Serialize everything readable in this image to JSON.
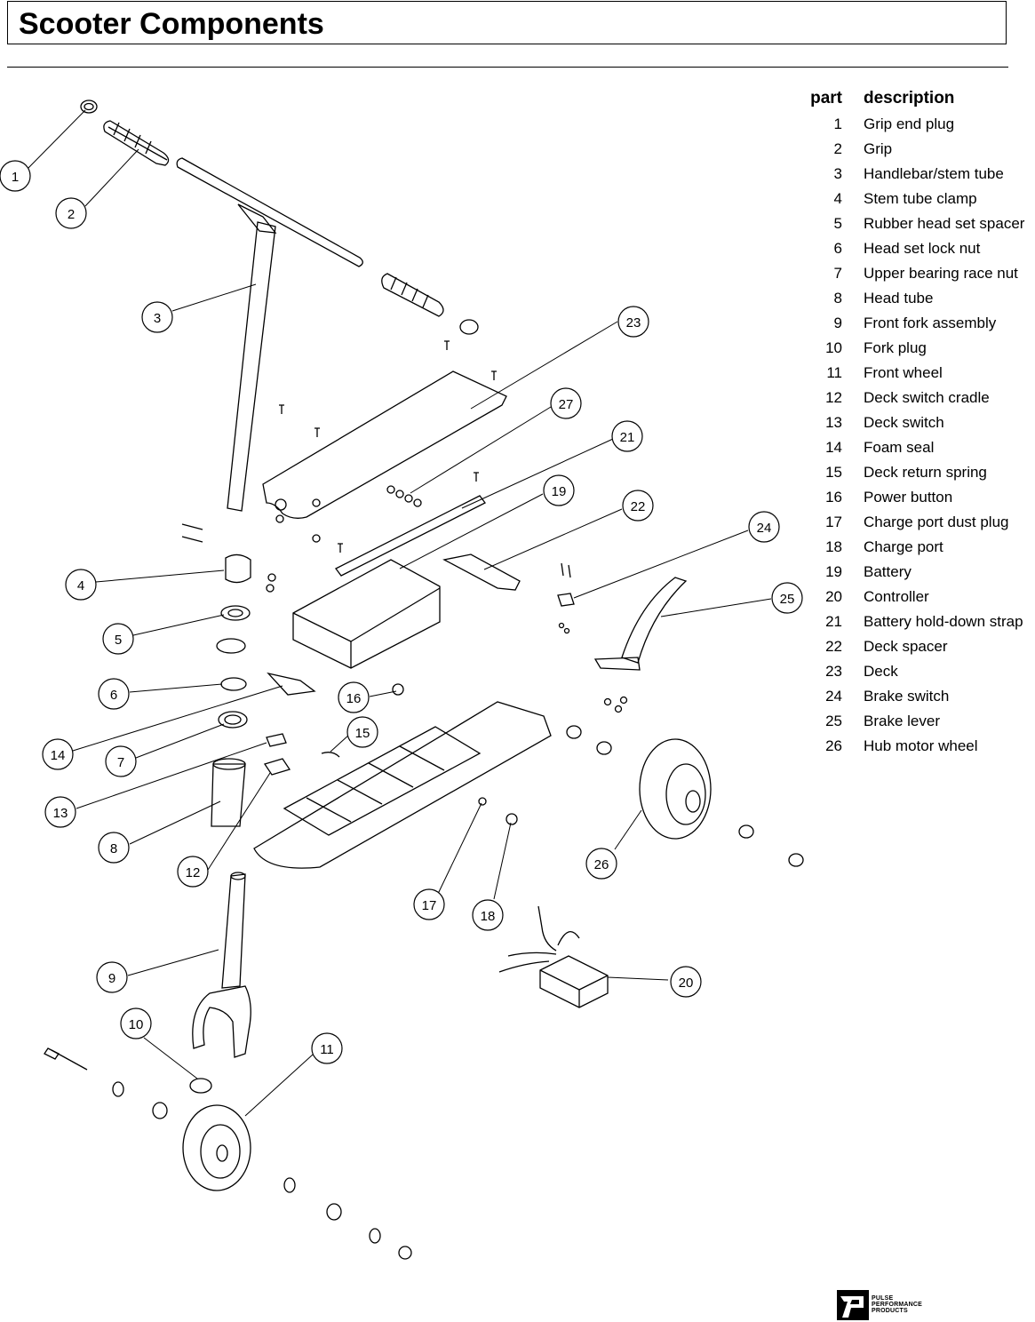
{
  "page": {
    "title": "Scooter Components"
  },
  "table": {
    "header": {
      "part": "part",
      "description": "description"
    },
    "rows": [
      {
        "part": "1",
        "description": "Grip end plug"
      },
      {
        "part": "2",
        "description": "Grip"
      },
      {
        "part": "3",
        "description": "Handlebar/stem tube"
      },
      {
        "part": "4",
        "description": "Stem tube clamp"
      },
      {
        "part": "5",
        "description": "Rubber head set spacer"
      },
      {
        "part": "6",
        "description": "Head set lock nut"
      },
      {
        "part": "7",
        "description": "Upper bearing race nut"
      },
      {
        "part": "8",
        "description": "Head tube"
      },
      {
        "part": "9",
        "description": "Front fork assembly"
      },
      {
        "part": "10",
        "description": "Fork plug"
      },
      {
        "part": "11",
        "description": "Front wheel"
      },
      {
        "part": "12",
        "description": "Deck switch cradle"
      },
      {
        "part": "13",
        "description": "Deck switch"
      },
      {
        "part": "14",
        "description": "Foam seal"
      },
      {
        "part": "15",
        "description": "Deck return spring"
      },
      {
        "part": "16",
        "description": "Power button"
      },
      {
        "part": "17",
        "description": "Charge port dust plug"
      },
      {
        "part": "18",
        "description": "Charge port"
      },
      {
        "part": "19",
        "description": "Battery"
      },
      {
        "part": "20",
        "description": "Controller"
      },
      {
        "part": "21",
        "description": "Battery hold-down strap"
      },
      {
        "part": "22",
        "description": "Deck spacer"
      },
      {
        "part": "23",
        "description": "Deck"
      },
      {
        "part": "24",
        "description": "Brake switch"
      },
      {
        "part": "25",
        "description": "Brake lever"
      },
      {
        "part": "26",
        "description": "Hub motor wheel"
      }
    ]
  },
  "callouts": [
    "1",
    "2",
    "3",
    "4",
    "5",
    "6",
    "7",
    "8",
    "9",
    "10",
    "11",
    "12",
    "13",
    "14",
    "15",
    "16",
    "17",
    "18",
    "19",
    "20",
    "21",
    "22",
    "23",
    "24",
    "25",
    "26",
    "27"
  ],
  "logo": {
    "line1": "PULSE",
    "line2": "PERFORMANCE",
    "line3": "PRODUCTS"
  }
}
